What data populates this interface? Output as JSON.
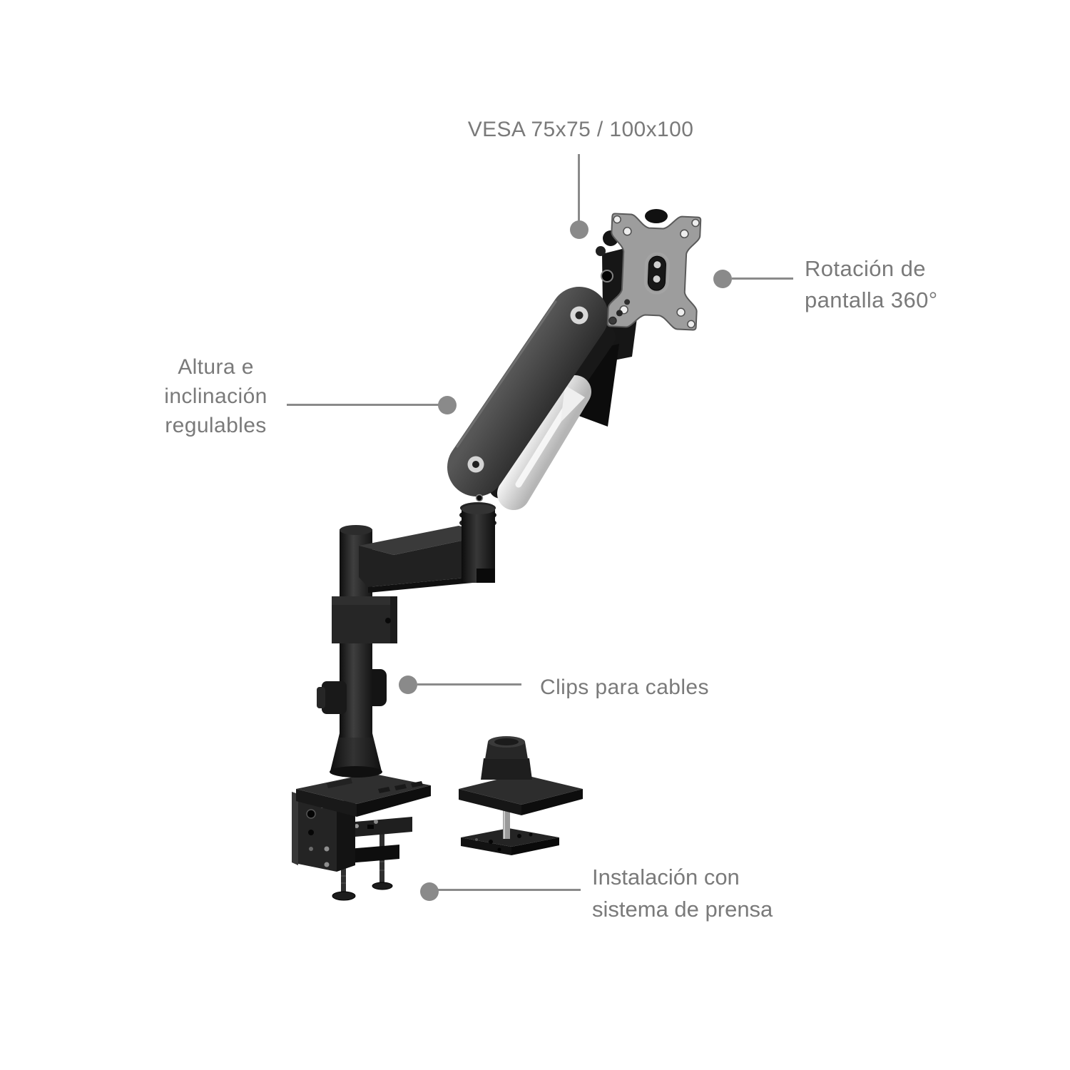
{
  "page": {
    "background": "#ffffff"
  },
  "style": {
    "label_color": "#7a7a7a",
    "connector_color": "#8a8a8a",
    "arm_dark": "#2d2d2d",
    "arm_light": "#575757",
    "piston_silver": "#e6e6e6",
    "vesa_plate_gray": "#8f8f8f",
    "black_hardware": "#1a1a1a"
  },
  "callouts": [
    {
      "id": "vesa",
      "lines": [
        "VESA 75x75 / 100x100"
      ]
    },
    {
      "id": "rotation",
      "lines": [
        "Rotación de",
        "pantalla 360°"
      ]
    },
    {
      "id": "height-tilt",
      "lines": [
        "Altura e",
        "inclinación",
        "regulables"
      ]
    },
    {
      "id": "cable-clips",
      "lines": [
        "Clips para cables"
      ]
    },
    {
      "id": "clamp-install",
      "lines": [
        "Instalación con",
        "sistema de prensa"
      ]
    }
  ],
  "illustration": {
    "parts": [
      "vesa-plate",
      "head-joint",
      "gas-spring-arm",
      "lower-link",
      "pole",
      "cable-clip",
      "desk-clamp",
      "grommet-mount"
    ]
  }
}
